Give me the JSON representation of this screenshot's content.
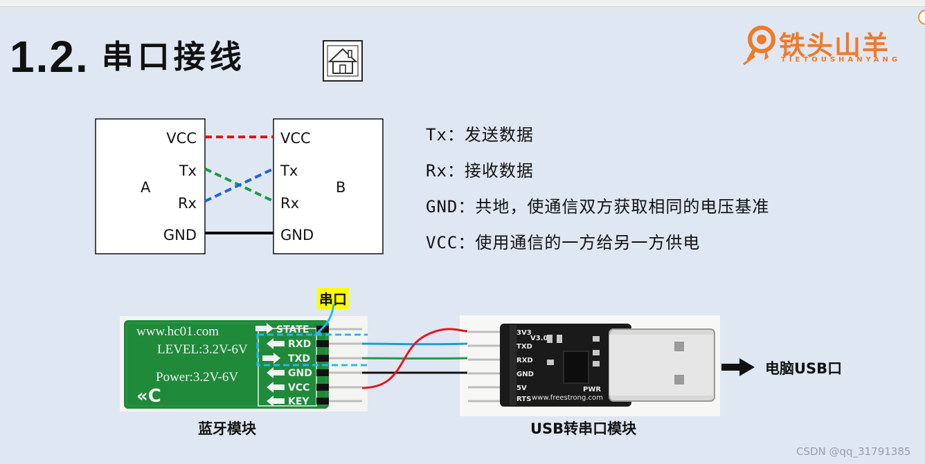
{
  "title": {
    "number": "1.2.",
    "text": "串口接线"
  },
  "logo": {
    "name": "铁头山羊",
    "sub": "TIETOUSHANYANG"
  },
  "wiring": {
    "box_a": "A",
    "box_b": "B",
    "pins_a": [
      "VCC",
      "Tx",
      "Rx",
      "GND"
    ],
    "pins_b": [
      "VCC",
      "Tx",
      "Rx",
      "GND"
    ]
  },
  "legend": [
    "Tx：发送数据",
    "Rx：接收数据",
    "GND：共地，使通信双方获取相同的电压基准",
    "VCC：使用通信的一方给另一方供电"
  ],
  "bluetooth": {
    "url": "www.hc01.com",
    "level": "LEVEL:3.2V-6V",
    "power": "Power:3.2V-6V",
    "pins": [
      "STATE",
      "RXD",
      "TXD",
      "GND",
      "VCC",
      "KEY"
    ],
    "caption": "蓝牙模块"
  },
  "usb_module": {
    "pins": [
      "3V3",
      "TXD",
      "RXD",
      "GND",
      "5V",
      "RTS"
    ],
    "version": "V3.0",
    "url": "www.freestrong.com",
    "pwr": "PWR",
    "caption": "USB转串口模块"
  },
  "serial_tag": "串口",
  "pc_label": "电脑USB口",
  "watermark": "CSDN @qq_31791385",
  "colors": {
    "background": "#dfe7f3",
    "vcc_wire": "#e8141b",
    "tx_wire": "#1a9e3c",
    "rx_wire": "#1c63e6",
    "gnd_wire": "#000000",
    "logo": "#f07a2a",
    "pcb": "#1f8a3a",
    "highlight": "#ffff00",
    "dashed_box": "#29b6f6"
  }
}
